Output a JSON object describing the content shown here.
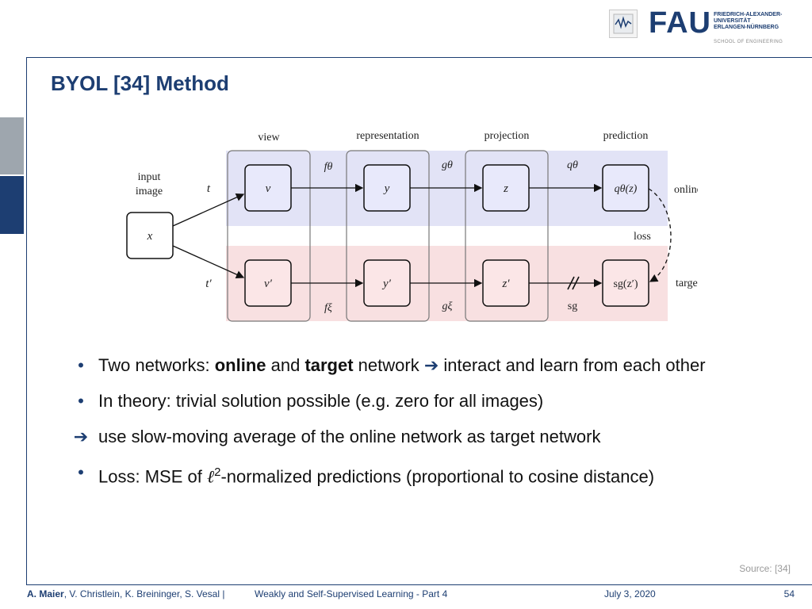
{
  "header": {
    "logo_letters": "FAU",
    "university_lines": [
      "FRIEDRICH-ALEXANDER-",
      "UNIVERSITÄT",
      "ERLANGEN-NÜRNBERG"
    ],
    "school": "SCHOOL OF ENGINEERING",
    "brand_color": "#1d3e72"
  },
  "slide": {
    "title": "BYOL [34] Method"
  },
  "diagram": {
    "column_headers": [
      "view",
      "representation",
      "projection",
      "prediction"
    ],
    "input_label_line1": "input",
    "input_label_line2": "image",
    "input_node": "x",
    "transform_online": "t",
    "transform_target": "t′",
    "online_nodes": [
      "v",
      "y",
      "z",
      "qθ(z)"
    ],
    "target_nodes": [
      "v′",
      "y′",
      "z′",
      "sg(z′)"
    ],
    "online_functions": [
      "fθ",
      "gθ",
      "qθ"
    ],
    "target_functions": [
      "fξ",
      "gξ",
      "sg"
    ],
    "row_labels": {
      "online": "online",
      "target": "target"
    },
    "loss_label": "loss",
    "online_band_color": "#e2e3f6",
    "target_band_color": "#f8e0e1"
  },
  "bullets": [
    {
      "marker": "•",
      "parts": [
        "Two networks: ",
        "online",
        " and ",
        "target",
        " network ",
        "➔",
        " interact and learn from each other"
      ]
    },
    {
      "marker": "•",
      "text": "In theory: trivial solution possible (e.g. zero for all images)"
    },
    {
      "marker": "➔",
      "text": "use slow-moving average of the online network as target network"
    },
    {
      "marker": "•",
      "text_before": "Loss: MSE of ",
      "ell": "ℓ",
      "sup": "2",
      "text_after": "-normalized predictions (proportional to cosine distance)"
    }
  ],
  "source": "Source:  [34]",
  "footer": {
    "author_main": "A. Maier",
    "authors_rest": ", V. Christlein, K. Breininger, S. Vesal   |",
    "course": "Weakly and Self-Supervised Learning - Part 4",
    "date": "July 3, 2020",
    "page": "54"
  }
}
